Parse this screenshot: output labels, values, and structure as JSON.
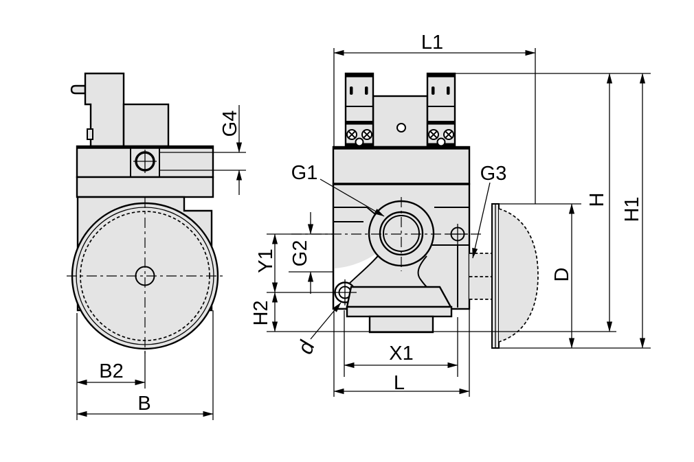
{
  "drawing": {
    "kind": "technical-dimension-drawing",
    "views": [
      "side-view",
      "front-view"
    ]
  },
  "colors": {
    "background": "#ffffff",
    "part_fill": "#e4e4e4",
    "line": "#000000"
  },
  "labels": {
    "L1": {
      "text": "L1"
    },
    "G4": {
      "text": "G4"
    },
    "G1": {
      "text": "G1"
    },
    "G3": {
      "text": "G3"
    },
    "H": {
      "text": "H"
    },
    "H1": {
      "text": "H1"
    },
    "Y1": {
      "text": "Y1"
    },
    "G2": {
      "text": "G2"
    },
    "H2": {
      "text": "H2"
    },
    "D": {
      "text": "D"
    },
    "d": {
      "text": "d"
    },
    "X1": {
      "text": "X1"
    },
    "L": {
      "text": "L"
    },
    "B2": {
      "text": "B2"
    },
    "B": {
      "text": "B"
    }
  }
}
